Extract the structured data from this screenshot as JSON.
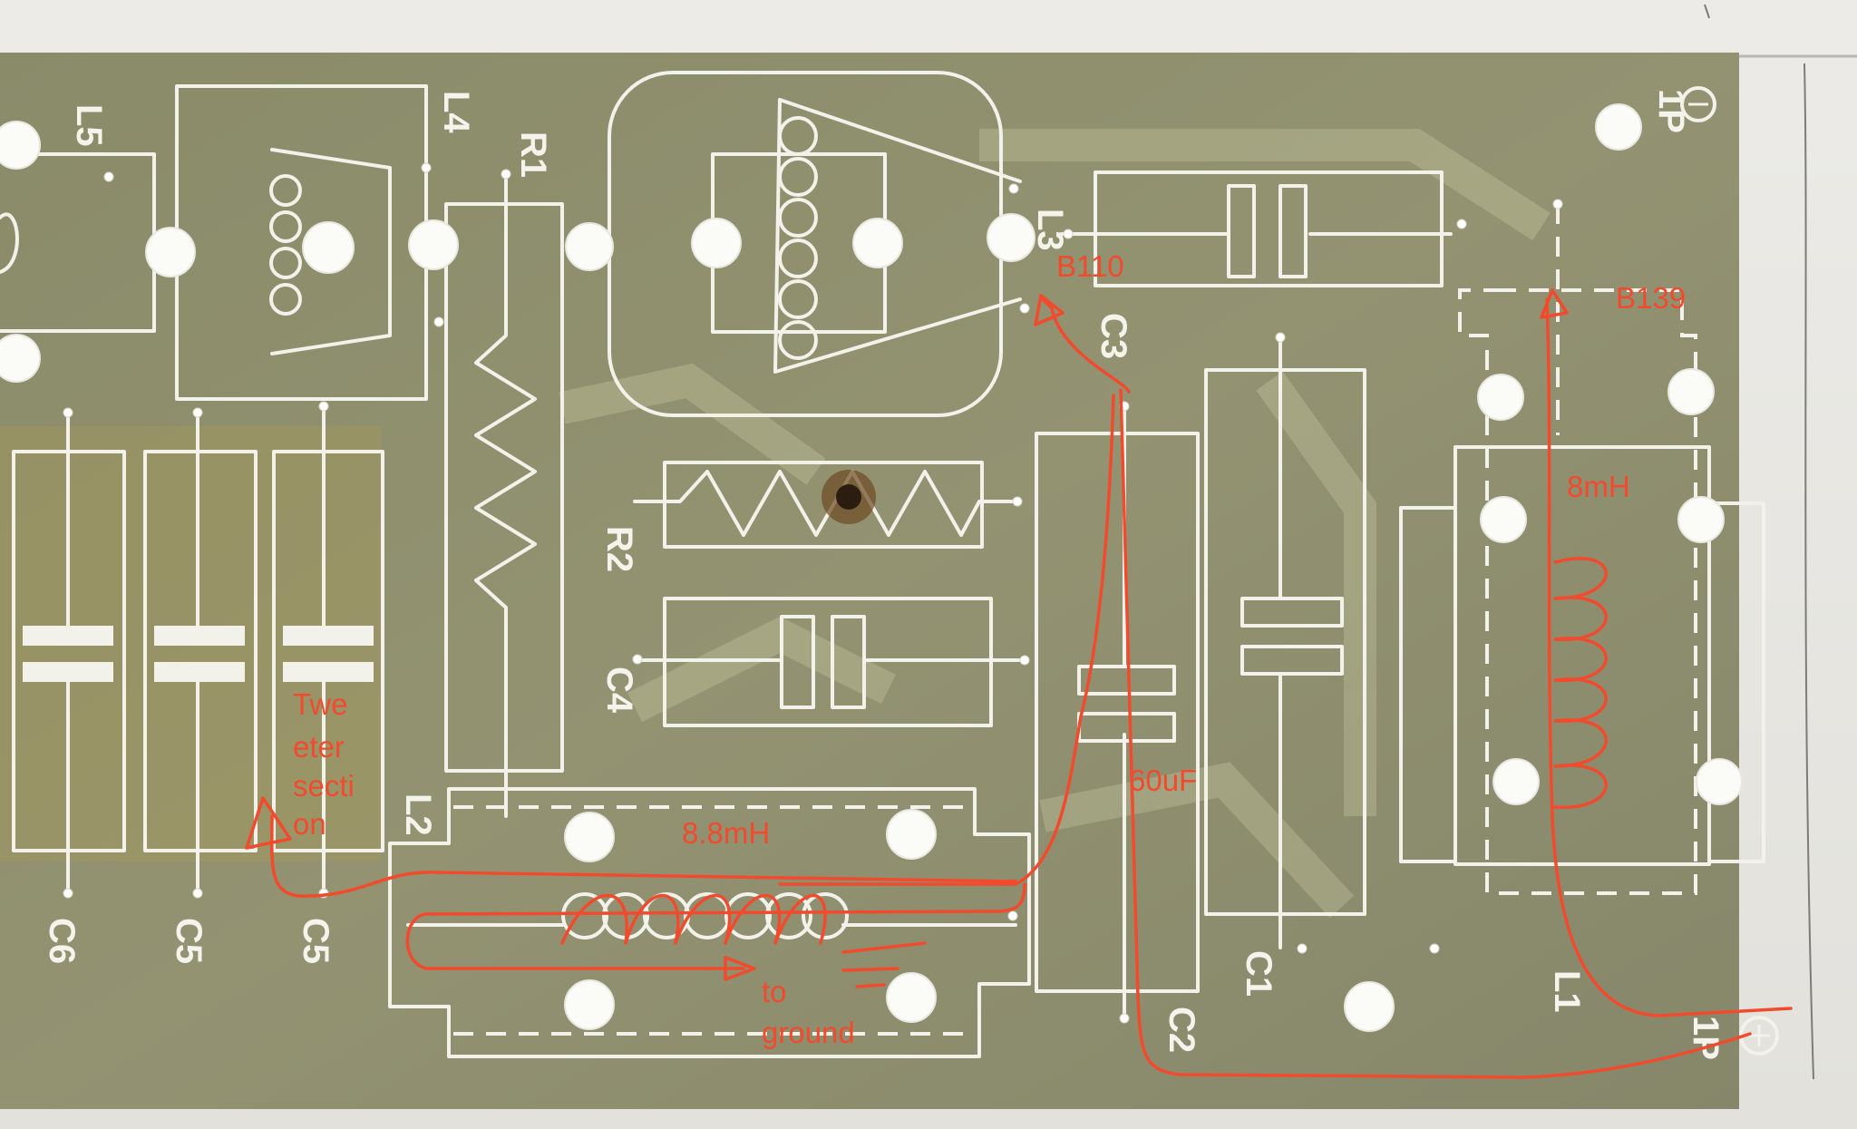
{
  "components": {
    "inductors": [
      "L5",
      "L4",
      "L3",
      "L2",
      "L1"
    ],
    "resistors": [
      "R1",
      "R2"
    ],
    "capacitors": [
      "C6",
      "C5",
      "C5",
      "C4",
      "C3",
      "C2",
      "C1"
    ],
    "connectors": [
      "1P",
      "1P"
    ]
  },
  "annotations": {
    "b110": "B110",
    "b139": "B139",
    "l1_value": "8mH",
    "l2_value": "8.8mH",
    "c2_value": "60uF",
    "tweeter_lines": [
      "Twe",
      "eter",
      "secti",
      "on"
    ],
    "ground_lines": [
      "to",
      "ground"
    ]
  },
  "colors": {
    "board": "#8e8e6c",
    "silkscreen": "#f2f1ea",
    "annotation": "#f24a2c"
  }
}
